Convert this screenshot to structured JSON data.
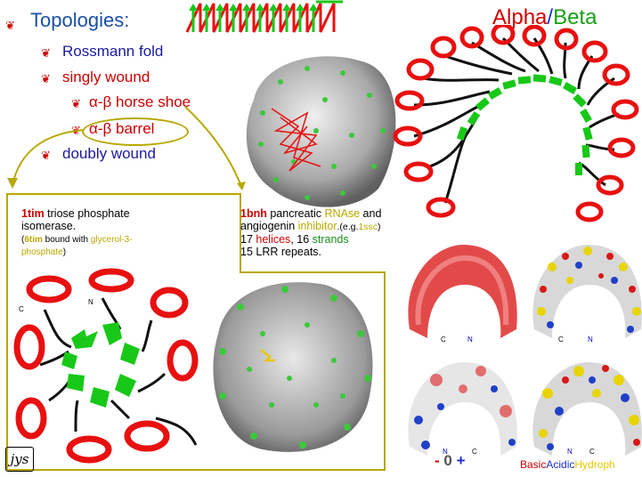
{
  "topics": {
    "title": "Topologies:",
    "items": [
      {
        "label": "Rossmann fold",
        "level": 1
      },
      {
        "label": "singly wound",
        "level": 1,
        "color": "#cc0000"
      },
      {
        "label": "α-β horse shoe",
        "level": 2
      },
      {
        "label": "α-β barrel",
        "level": 2,
        "highlighted": true
      },
      {
        "label": "doubly wound",
        "level": 1
      }
    ]
  },
  "alpha_beta": {
    "alpha": "Alpha",
    "slash": "/",
    "beta": "Beta"
  },
  "tim_caption": {
    "code": "1tim",
    "line1_rest": " triose phosphate",
    "line2": "isomerase.",
    "sub_open": "(",
    "sub_code": "6tim",
    "sub_mid": " bound with ",
    "sub_ligand1": "glycerol-3-",
    "sub_ligand2": "phosphate",
    "sub_close": ")"
  },
  "bnh_caption": {
    "code": "1bnh",
    "line1_mid": " pancreatic ",
    "rnase": "RNAse",
    "line1_end": " and",
    "line2_start": "angiogenin ",
    "inhibitor": "inhibitor",
    "line2_mid": ".(e.g.",
    "ssc": "1ssc",
    "line2_end": ")",
    "helices_n": "17 ",
    "helices": "helices",
    "strands_sep": ", 16 ",
    "strands": "strands",
    "lrr": "15 LRR repeats."
  },
  "terminal_labels": {
    "c": "C",
    "n": "N"
  },
  "charge_legend": {
    "minus": "-",
    "zero": "0",
    "plus": "+"
  },
  "property_legend": {
    "basic": "Basic",
    "acidic": "Acidic",
    "hydroph": "Hydroph"
  },
  "author_mark": "jys",
  "colors": {
    "helix": "#e81010",
    "strand": "#18c818",
    "loop": "#111111",
    "surface": "#bdbdbd",
    "frame": "#b8a800"
  }
}
